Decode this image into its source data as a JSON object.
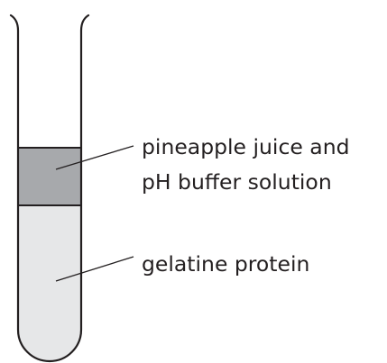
{
  "labels": {
    "upper_layer": {
      "line1": "pineapple juice and",
      "line2": "pH buffer solution"
    },
    "lower_layer": "gelatine protein"
  },
  "colors": {
    "upper_layer_fill": "#a7a9ac",
    "lower_layer_fill": "#e6e7e8",
    "outline": "#231f20",
    "text": "#231f20"
  }
}
